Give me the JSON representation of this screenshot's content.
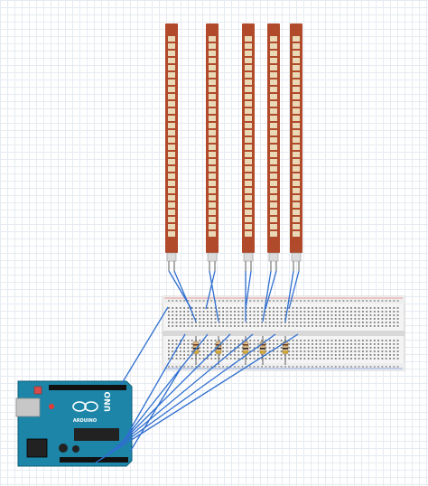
{
  "diagram": {
    "components": {
      "flex_sensors": [
        {
          "id": "flex-sensor-1"
        },
        {
          "id": "flex-sensor-2"
        },
        {
          "id": "flex-sensor-3"
        },
        {
          "id": "flex-sensor-4"
        },
        {
          "id": "flex-sensor-5"
        }
      ],
      "resistors": [
        {
          "id": "resistor-1"
        },
        {
          "id": "resistor-2"
        },
        {
          "id": "resistor-3"
        },
        {
          "id": "resistor-4"
        },
        {
          "id": "resistor-5"
        }
      ],
      "breadboard": {
        "id": "breadboard"
      },
      "arduino": {
        "board_label": "UNO",
        "logo_text": "ARDUINO"
      }
    },
    "colors": {
      "sensor_body": "#b14a2a",
      "sensor_segment": "#e9d9b6",
      "wire": "#2f6fd0",
      "arduino": "#1d86a8",
      "breadboard": "#f4f4f4",
      "breadboard_strip": "#d8d8d8",
      "led": "#e53935"
    }
  }
}
